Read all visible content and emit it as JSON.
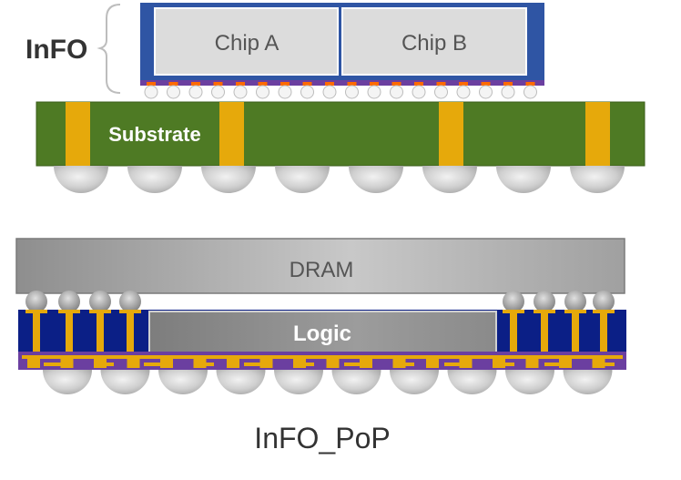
{
  "info": {
    "label": "InFO",
    "chips": [
      "Chip A",
      "Chip B"
    ],
    "substrate_label": "Substrate"
  },
  "pop": {
    "dram_label": "DRAM",
    "logic_label": "Logic",
    "title": "InFO_PoP"
  },
  "colors": {
    "mold_blue": "#2f55a4",
    "chip_fill": "#dcdcdc",
    "substrate_green": "#4e7a24",
    "via_gold": "#e6a90b",
    "rdl_purple": "#6b3fa0",
    "rdl_navy": "#0b1f86",
    "bump_orange": "#ff6a00",
    "ball_gray": "#c8c8c8",
    "dram_gray": "#a8a8a8",
    "logic_gray": "#8f8f8f",
    "text_dark": "#333333"
  }
}
